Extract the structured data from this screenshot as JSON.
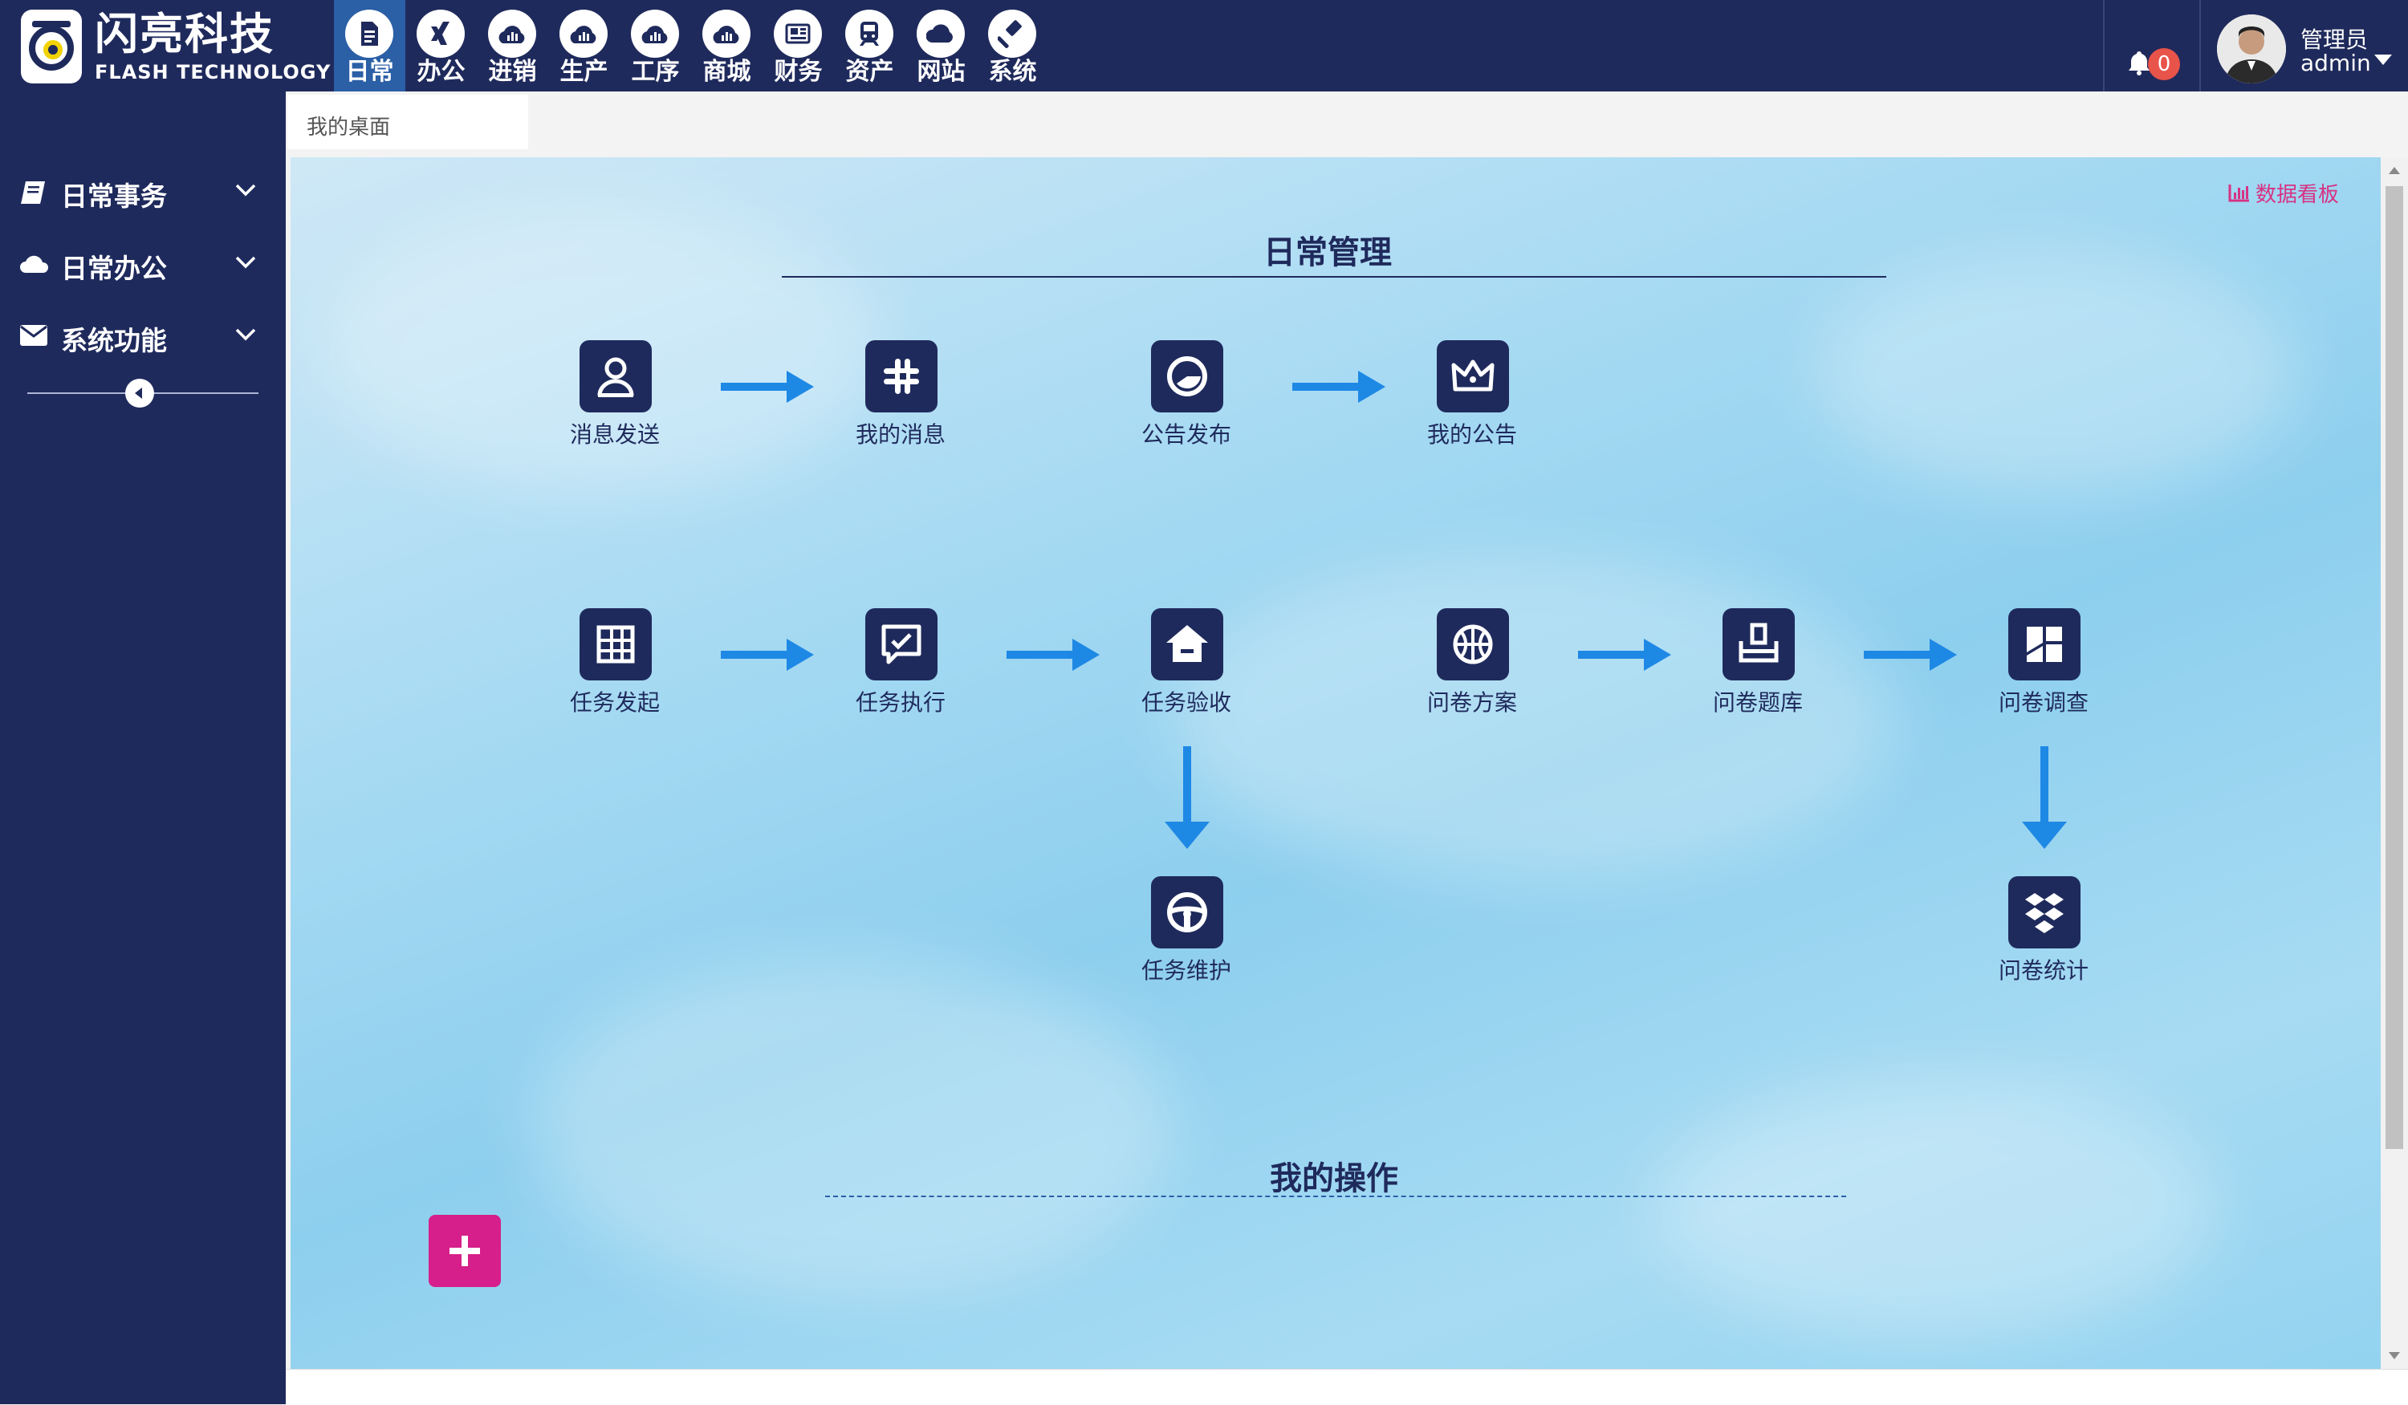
{
  "brand": {
    "name_cn": "闪亮科技",
    "name_en": "FLASH TECHNOLOGY"
  },
  "modules": [
    {
      "label": "日常",
      "icon": "document-icon",
      "active": true
    },
    {
      "label": "办公",
      "icon": "xing-icon"
    },
    {
      "label": "进销",
      "icon": "chart-cloud-icon"
    },
    {
      "label": "生产",
      "icon": "chart-cloud-icon"
    },
    {
      "label": "工序",
      "icon": "chart-cloud-icon"
    },
    {
      "label": "商城",
      "icon": "chart-cloud-icon"
    },
    {
      "label": "财务",
      "icon": "newspaper-icon"
    },
    {
      "label": "资产",
      "icon": "train-icon"
    },
    {
      "label": "网站",
      "icon": "cloud-icon"
    },
    {
      "label": "系统",
      "icon": "gavel-icon"
    }
  ],
  "notifications": {
    "count": "0"
  },
  "user": {
    "role": "管理员",
    "name": "admin"
  },
  "sidebar": {
    "items": [
      {
        "label": "日常事务",
        "icon": "book-icon"
      },
      {
        "label": "日常办公",
        "icon": "cloud-icon"
      },
      {
        "label": "系统功能",
        "icon": "envelope-icon"
      }
    ]
  },
  "tabs": [
    {
      "label": "我的桌面"
    }
  ],
  "main": {
    "dashboard_link": "数据看板",
    "section1_title": "日常管理",
    "section2_title": "我的操作",
    "nodes": {
      "msg_send": "消息发送",
      "my_msg": "我的消息",
      "notice_publish": "公告发布",
      "my_notice": "我的公告",
      "task_start": "任务发起",
      "task_exec": "任务执行",
      "task_check": "任务验收",
      "task_maint": "任务维护",
      "survey_plan": "问卷方案",
      "survey_bank": "问卷题库",
      "survey_run": "问卷调查",
      "survey_stats": "问卷统计"
    }
  },
  "colors": {
    "navy": "#1f2a5c",
    "accent": "#2b5fa6",
    "arrow": "#1e88e5",
    "pink": "#d61f8a",
    "badge": "#e8534a"
  }
}
